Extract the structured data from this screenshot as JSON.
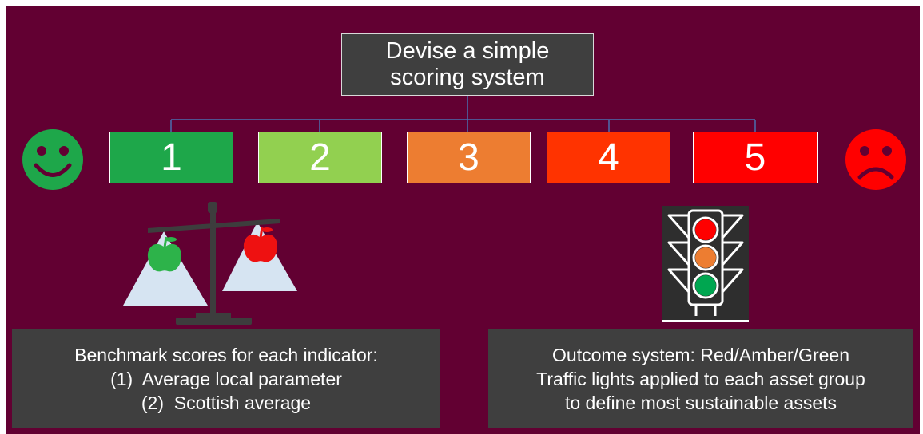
{
  "title": {
    "line1": "Devise a simple",
    "line2": "scoring system"
  },
  "scores": [
    {
      "label": "1",
      "color": "#1ea74a"
    },
    {
      "label": "2",
      "color": "#92d050"
    },
    {
      "label": "3",
      "color": "#ed7d31"
    },
    {
      "label": "4",
      "color": "#ff3300"
    },
    {
      "label": "5",
      "color": "#ff0000"
    }
  ],
  "faces": {
    "happy_icon": "smiley-face-icon",
    "happy_color": "#1ea74a",
    "sad_icon": "sad-face-icon",
    "sad_color": "#ff0000"
  },
  "benchmark": {
    "heading": "Benchmark scores for each indicator:",
    "item1": "(1)  Average local parameter",
    "item2": "(2)  Scottish average"
  },
  "outcome": {
    "line1": "Outcome system: Red/Amber/Green",
    "line2": "Traffic lights applied to each asset group",
    "line3": "to define most sustainable assets"
  },
  "colors": {
    "background": "#620032",
    "text_box": "#3f3f3f",
    "connector": "#4b6fb0"
  }
}
